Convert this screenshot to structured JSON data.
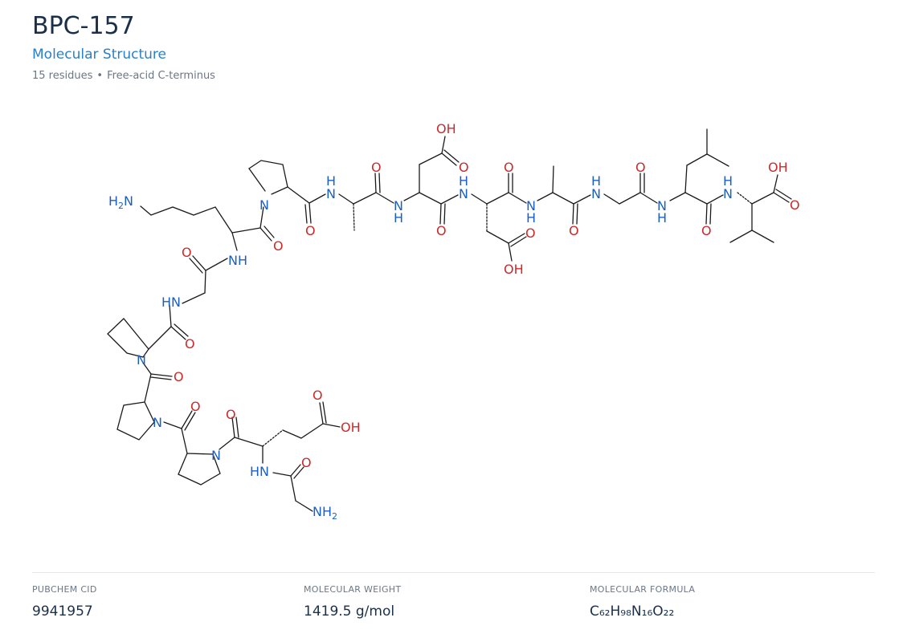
{
  "header": {
    "title": "BPC-157",
    "subtitle": "Molecular Structure",
    "residues": "15 residues",
    "separator": "•",
    "terminus": "Free-acid C-terminus"
  },
  "structure": {
    "atom_color_N": "#1b5fbf",
    "atom_color_O": "#cc2a2a",
    "bond_color": "#1a1a1a"
  },
  "stats": {
    "cid_label": "PUBCHEM CID",
    "cid_value": "9941957",
    "mw_label": "MOLECULAR WEIGHT",
    "mw_value": "1419.5 g/mol",
    "formula_label": "MOLECULAR FORMULA",
    "formula_value": "C₆₂H₉₈N₁₆O₂₂"
  }
}
